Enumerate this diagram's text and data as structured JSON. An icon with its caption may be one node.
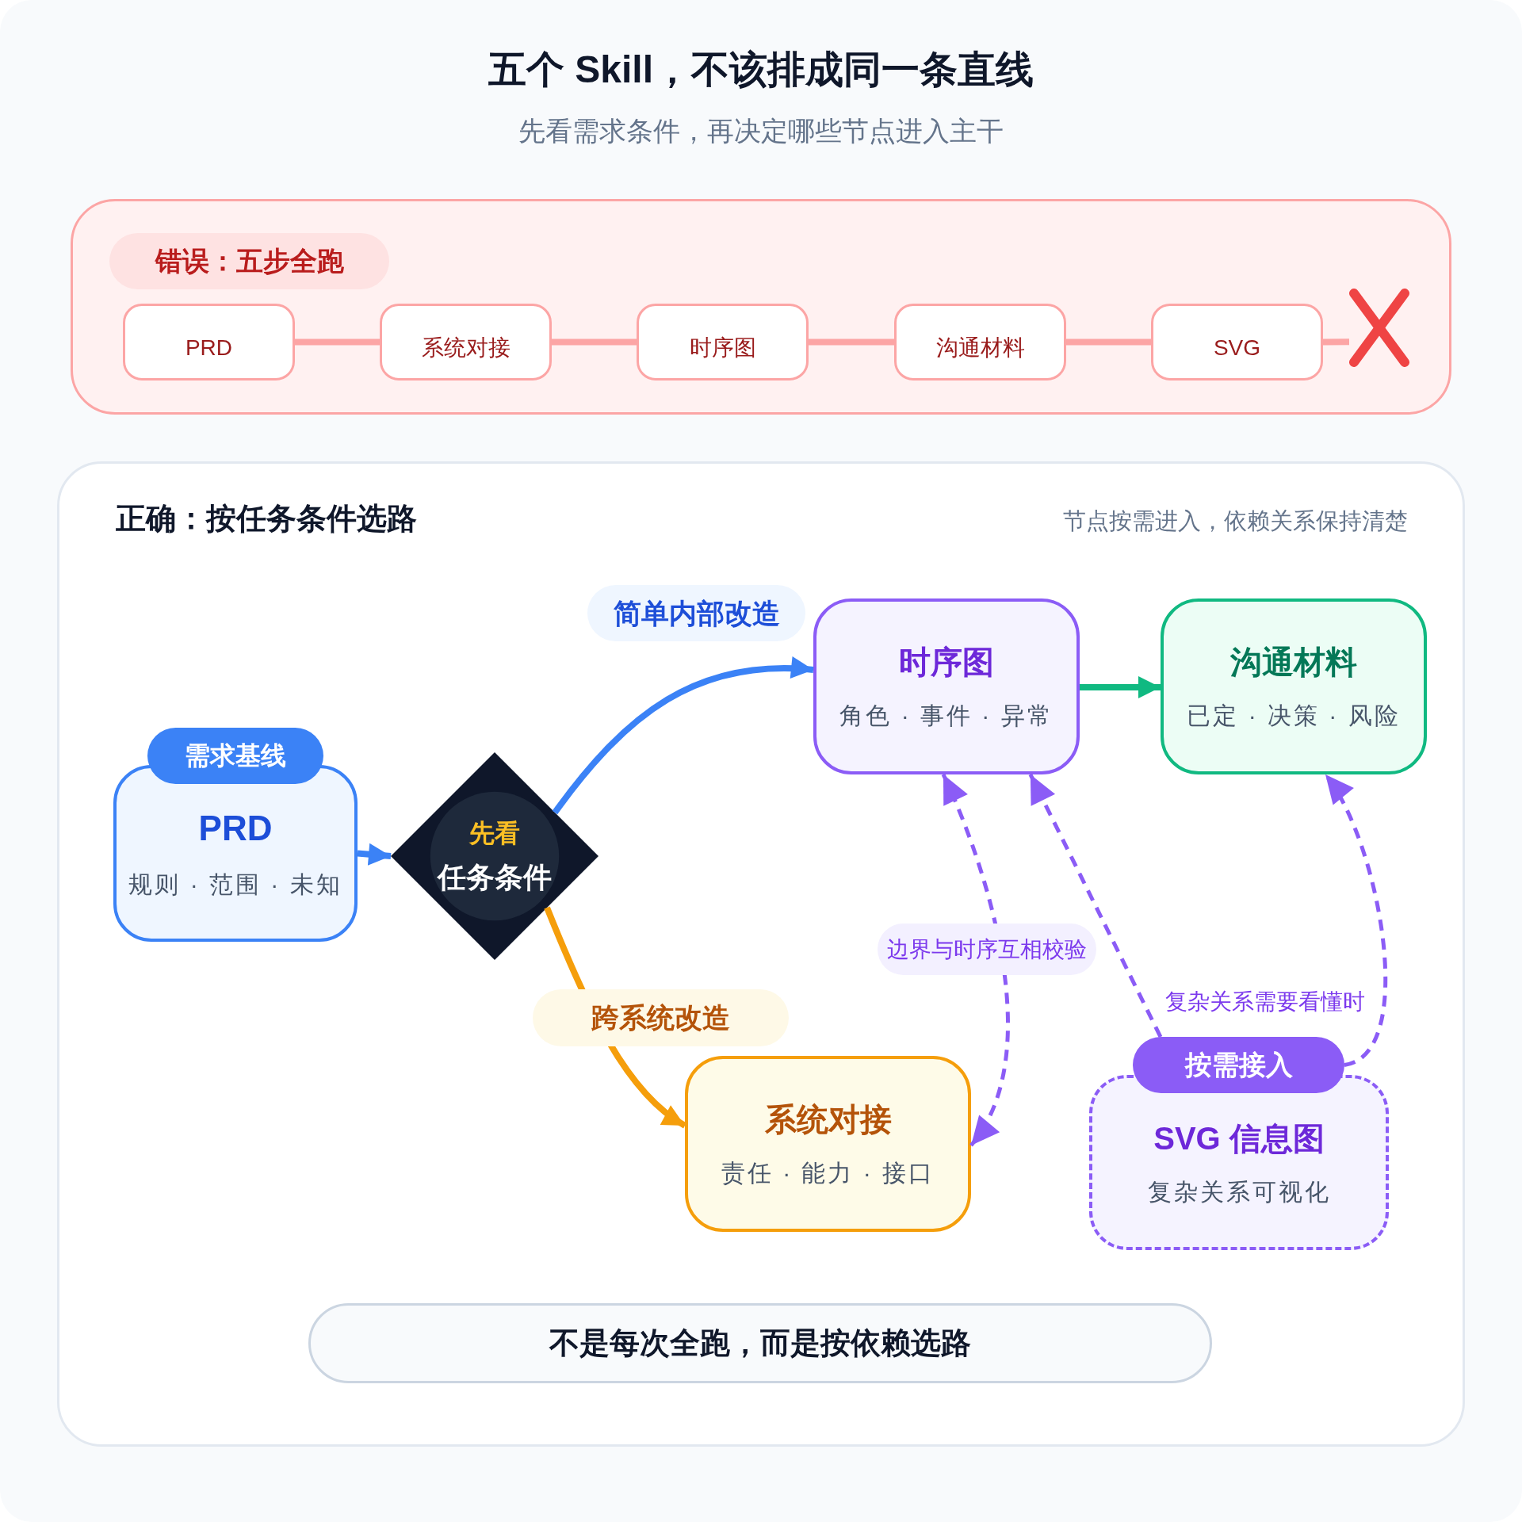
{
  "diagram": {
    "title": "五个 Skill，不该排成同一条直线",
    "nodes": [
      {
        "text": [],
        "shape": "box"
      },
      {
        "text": [
          "错误：五步全跑"
        ],
        "in": 0
      },
      {
        "text": [
          "PRD"
        ],
        "in": 0
      },
      {
        "text": [
          "系统对接"
        ],
        "in": 0
      },
      {
        "text": [
          "时序图"
        ],
        "in": 0
      },
      {
        "text": [
          "沟通材料"
        ],
        "in": 0
      },
      {
        "text": [
          "SVG"
        ],
        "in": 0
      },
      {
        "text": [],
        "shape": "cross",
        "in": 0
      },
      {
        "text": [
          "正确：按任务条件选路",
          "节点按需进入，依赖关系保持清楚"
        ]
      },
      {
        "text": [
          "需求基线"
        ],
        "in": 8
      },
      {
        "text": [
          "PRD",
          "规则 · 范围 · 未知"
        ],
        "in": 8
      },
      {
        "text": [
          "先看",
          "任务条件"
        ],
        "in": 8
      },
      {
        "text": [
          "时序图",
          "角色 · 事件 · 异常"
        ],
        "in": 8
      },
      {
        "text": [
          "沟通材料",
          "已定 · 决策 · 风险"
        ],
        "in": 8
      },
      {
        "text": [
          "系统对接",
          "责任 · 能力 · 接口"
        ],
        "in": 8
      },
      {
        "text": [
          "按需接入"
        ],
        "in": 8,
        "beside": [
          "复杂关系需要看懂时"
        ]
      },
      {
        "text": [
          "SVG 信息图",
          "复杂关系可视化"
        ],
        "in": 8
      },
      {
        "text": [
          "不是每次全跑，而是按依赖选路"
        ],
        "in": 8
      }
    ],
    "edges": [
      {
        "from": 2,
        "to": 3,
        "arrow": "none",
        "color": "#fca5a5"
      },
      {
        "from": 3,
        "to": 4,
        "arrow": "none",
        "color": "#fca5a5"
      },
      {
        "from": 4,
        "to": 5,
        "arrow": "none",
        "color": "#fca5a5"
      },
      {
        "from": 5,
        "to": 6,
        "arrow": "none",
        "color": "#fca5a5"
      },
      {
        "from": 6,
        "to": 7,
        "arrow": "none",
        "color": "#fca5a5"
      },
      {
        "from": 10,
        "to": 11,
        "arrow": "to",
        "color": "#3b82f6"
      },
      {
        "from": 11,
        "to": 12,
        "arrow": "to",
        "label": "简单内部改造",
        "color": "#3b82f6"
      },
      {
        "from": 11,
        "to": 14,
        "arrow": "to",
        "label": "跨系统改造",
        "color": "#f59e0b"
      },
      {
        "from": 12,
        "to": 13,
        "arrow": "to",
        "color": "#10b981"
      },
      {
        "from": 12,
        "to": 14,
        "arrow": "both",
        "label": "边界与时序互相校验",
        "style": "dashed",
        "color": "#8b5cf6"
      },
      {
        "from": 15,
        "to": 12,
        "arrow": "to",
        "style": "dashed",
        "color": "#8b5cf6"
      },
      {
        "from": 15,
        "to": 13,
        "arrow": "to",
        "style": "dashed",
        "color": "#8b5cf6"
      }
    ],
    "labels": [
      "先看需求条件，再决定哪些节点进入主干"
    ]
  }
}
